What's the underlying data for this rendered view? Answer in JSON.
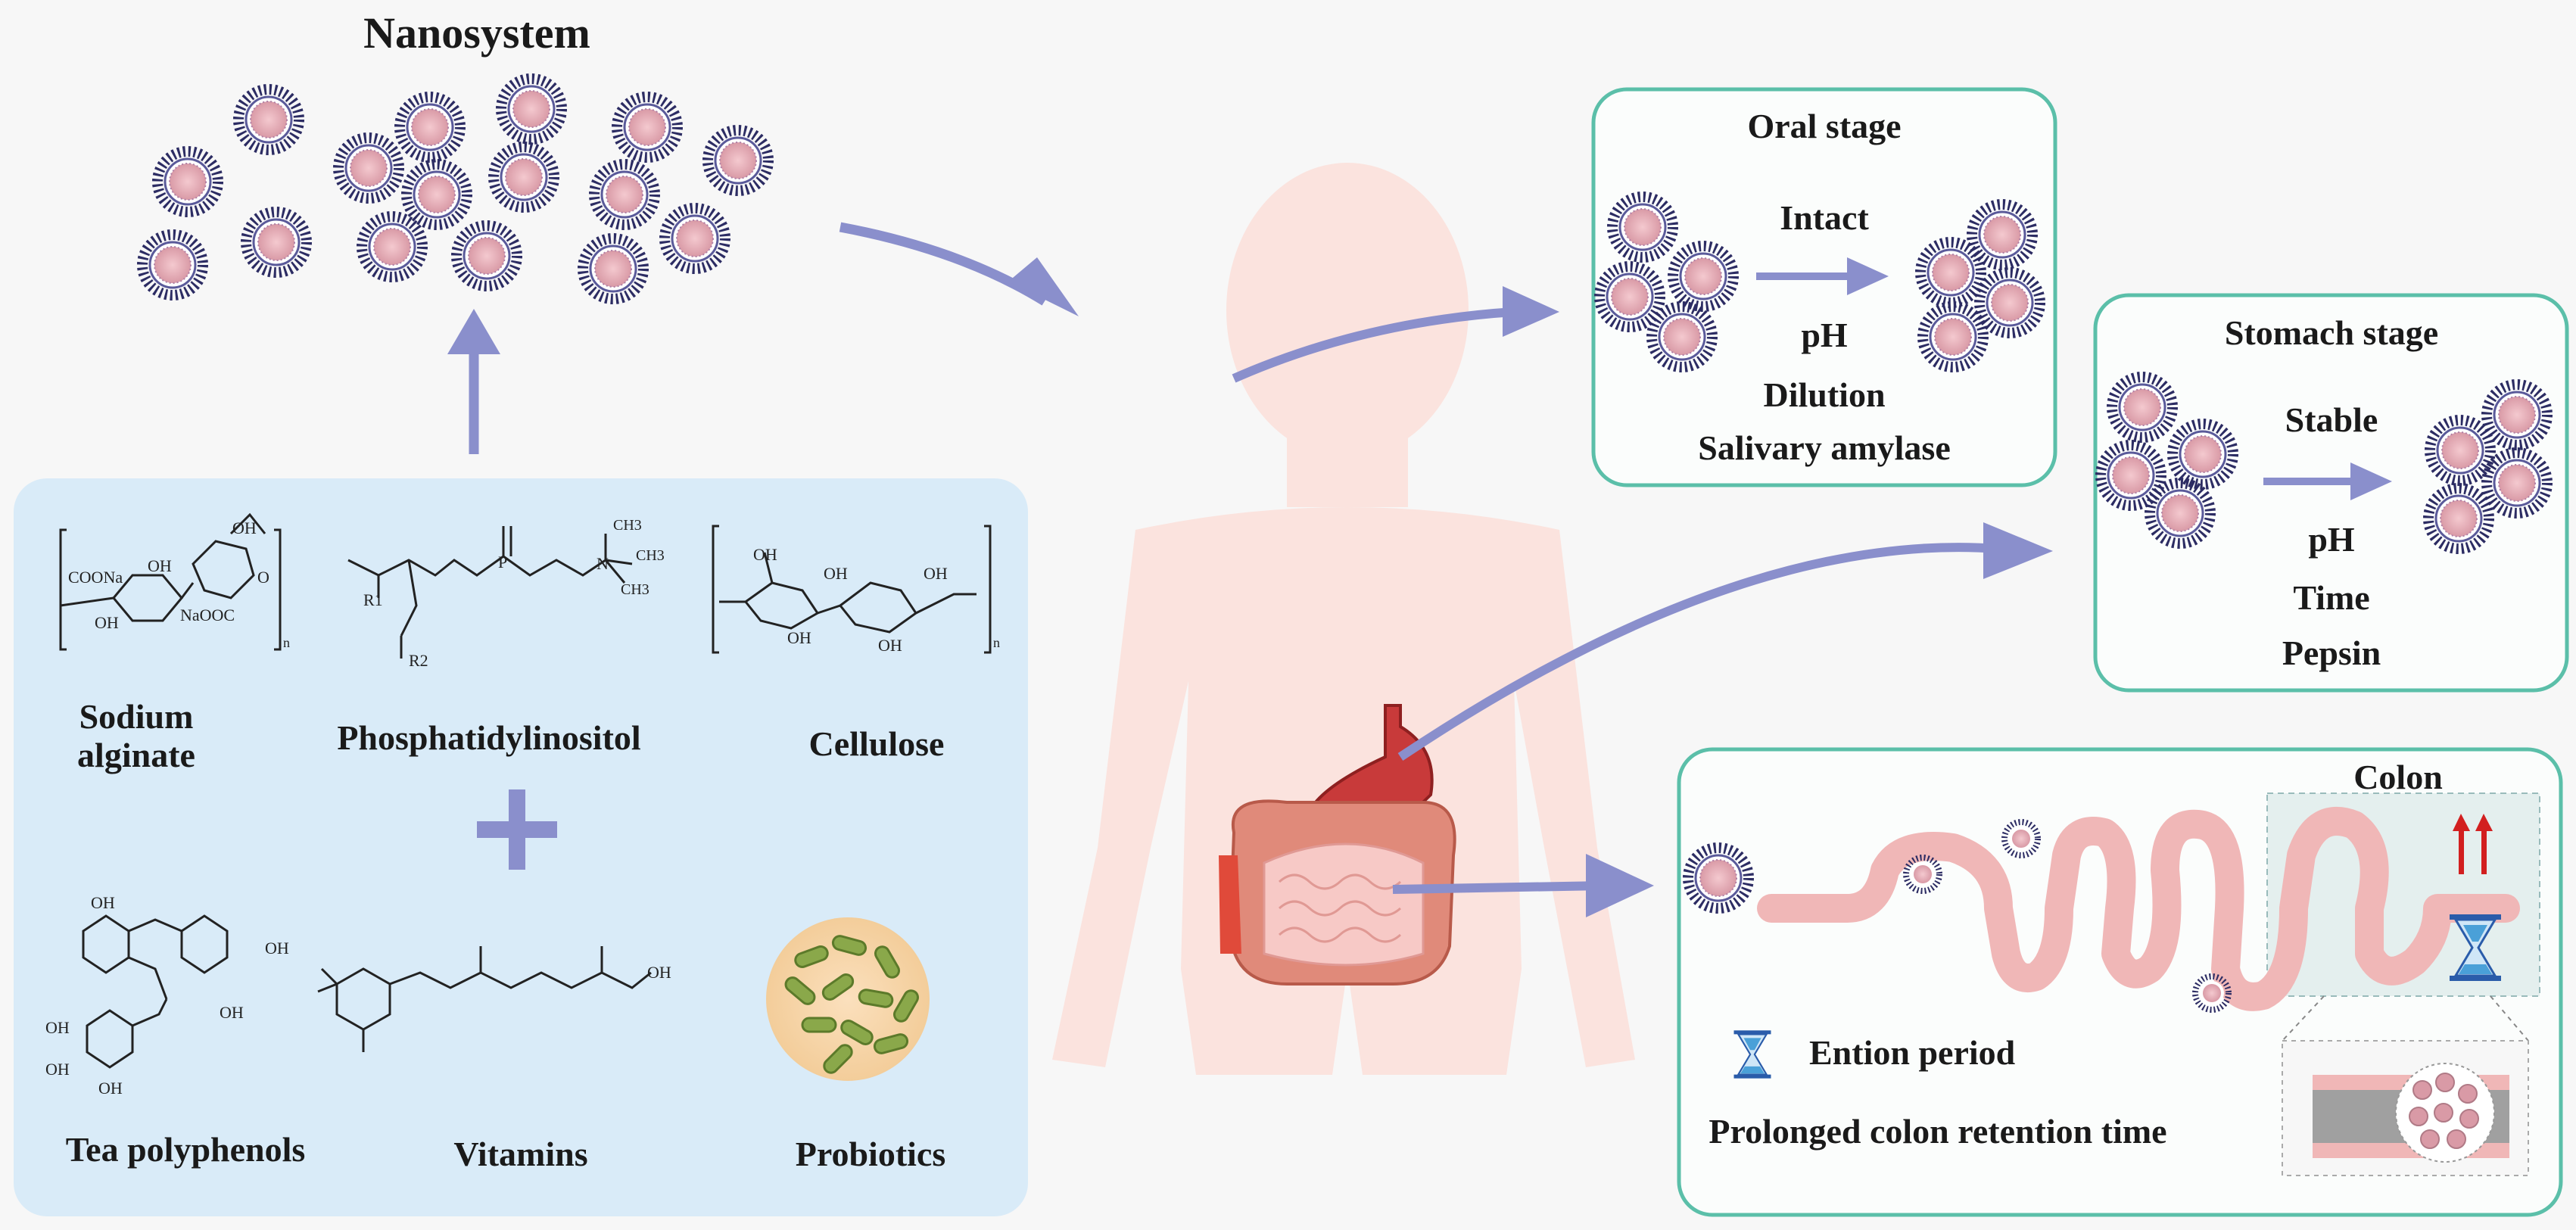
{
  "nanosystem": {
    "title": "Nanosystem"
  },
  "ingredients": {
    "sodium_alginate": {
      "line1": "Sodium",
      "line2": "alginate"
    },
    "phosphatidylinositol": "Phosphatidylinositol",
    "cellulose": "Cellulose",
    "tea_polyphenols": "Tea polyphenols",
    "vitamins": "Vitamins",
    "probiotics": "Probiotics",
    "structure_labels": {
      "alginate_coona": "COONa",
      "alginate_naooc": "NaOOC",
      "oh": "OH",
      "o": "O",
      "n": "n",
      "r1": "R1",
      "r2": "R2",
      "p": "P",
      "n_plus": "N",
      "ch3": "CH3"
    }
  },
  "oral_stage": {
    "title": "Oral stage",
    "arrow_label": "Intact",
    "factors": [
      "pH",
      "Dilution",
      "Salivary amylase"
    ]
  },
  "stomach_stage": {
    "title": "Stomach stage",
    "arrow_label": "Stable",
    "factors": [
      "pH",
      "Time",
      "Pepsin"
    ]
  },
  "colon_stage": {
    "title": "Colon",
    "legend_label": "Ention period",
    "caption": "Prolonged colon retention time"
  },
  "colors": {
    "arrow": "#8a8fcc",
    "box_border": "#5bbfa9",
    "ingredient_panel": "#d9ebf8",
    "body_silhouette": "#fbe3de",
    "intestine": "#f0b7b7",
    "red_arrow": "#d21f1f",
    "hourglass": "#2a5caa"
  },
  "icons": [
    "nanoparticle-icon",
    "hourglass-icon",
    "red-up-arrows-icon",
    "probiotic-bacteria-icon"
  ]
}
